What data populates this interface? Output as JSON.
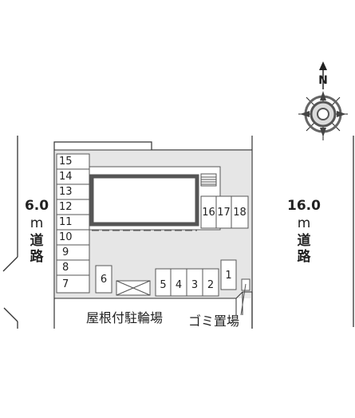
{
  "compass": {
    "north_label": "N"
  },
  "roads": {
    "left": {
      "width": "6.0",
      "unit": "m",
      "name_char1": "道",
      "name_char2": "路"
    },
    "right": {
      "width": "16.0",
      "unit": "m",
      "name_char1": "道",
      "name_char2": "路"
    }
  },
  "parking_spaces": {
    "left_column": [
      "15",
      "14",
      "13",
      "12",
      "11",
      "10",
      "9",
      "8",
      "7"
    ],
    "single_6": "6",
    "bottom_row": [
      "5",
      "4",
      "3",
      "2"
    ],
    "single_1": "1",
    "right_of_building": [
      "16",
      "17",
      "18"
    ]
  },
  "labels": {
    "bicycle_parking": "屋根付駐輪場",
    "garbage_area": "ゴミ置場"
  }
}
